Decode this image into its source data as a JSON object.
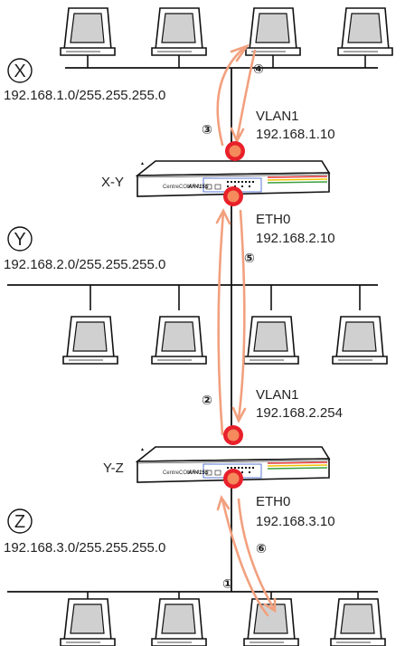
{
  "networks": [
    {
      "id": "X",
      "label": "X",
      "subnet": "192.168.1.0/255.255.255.0"
    },
    {
      "id": "Y",
      "label": "Y",
      "subnet": "192.168.2.0/255.255.255.0"
    },
    {
      "id": "Z",
      "label": "Z",
      "subnet": "192.168.3.0/255.255.255.0"
    }
  ],
  "routers": [
    {
      "label": "X-Y",
      "brand": "CentreCOM",
      "model": "AR415S",
      "ports": [
        {
          "name": "VLAN1",
          "ip": "192.168.1.10"
        },
        {
          "name": "ETH0",
          "ip": "192.168.2.10"
        }
      ]
    },
    {
      "label": "Y-Z",
      "brand": "CentreCOM",
      "model": "AR415S",
      "ports": [
        {
          "name": "VLAN1",
          "ip": "192.168.2.254"
        },
        {
          "name": "ETH0",
          "ip": "192.168.3.10"
        }
      ]
    }
  ],
  "steps": [
    "①",
    "②",
    "③",
    "④",
    "⑤",
    "⑥"
  ],
  "colors": {
    "line": "#111111",
    "arrow": "#f2a07e",
    "port_outer": "#e8202a",
    "port_inner": "#f58a5c",
    "stripe_red": "#e03030",
    "stripe_yellow": "#f2c200",
    "stripe_green": "#3aa040"
  },
  "icons": {
    "computer": "crt-monitor-computer-icon",
    "router": "router-device-icon",
    "port": "active-port-marker-icon"
  }
}
